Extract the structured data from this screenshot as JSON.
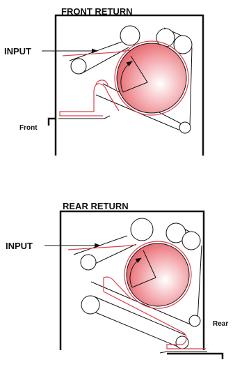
{
  "diagrams": [
    {
      "title": "FRONT RETURN",
      "input_label": "INPUT",
      "side_label": "Front"
    },
    {
      "title": "REAR RETURN",
      "input_label": "INPUT",
      "side_label": "Rear"
    }
  ],
  "colors": {
    "paper_path": "#d9404e",
    "drum_center": "#ffffff",
    "drum_edge": "#e3575f",
    "line": "#111111"
  }
}
